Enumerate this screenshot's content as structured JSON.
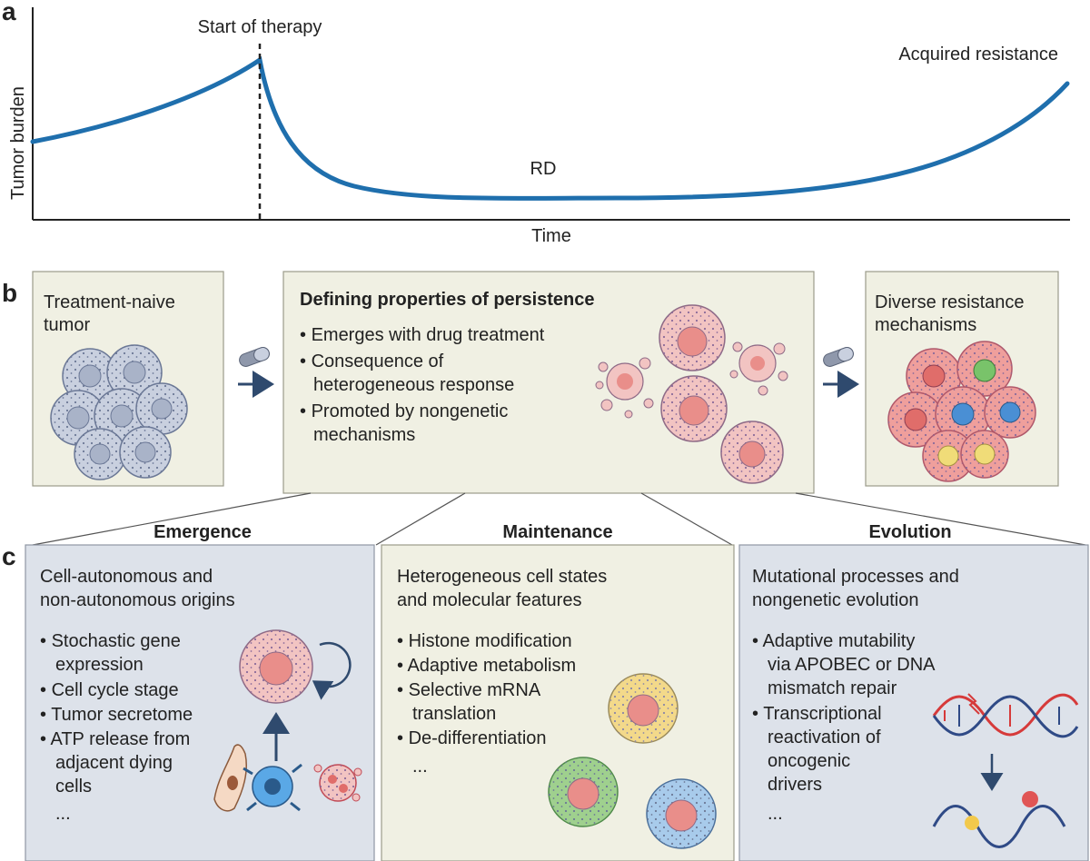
{
  "panel_a": {
    "label": "a",
    "ylabel": "Tumor burden",
    "xlabel": "Time",
    "start_label": "Start of therapy",
    "rd_label": "RD",
    "resistance_label": "Acquired resistance"
  },
  "panel_b": {
    "label": "b",
    "left": {
      "line1": "Treatment-naive",
      "line2": "tumor"
    },
    "middle": {
      "title": "Defining properties of persistence",
      "bullets": [
        [
          "Emerges with drug treatment"
        ],
        [
          "Consequence of",
          "heterogeneous response"
        ],
        [
          "Promoted by nongenetic",
          "mechanisms"
        ]
      ]
    },
    "right": {
      "line1": "Diverse resistance",
      "line2": "mechanisms"
    }
  },
  "panel_c": {
    "label": "c",
    "emergence": {
      "header": "Emergence",
      "intro": [
        "Cell-autonomous and",
        "non-autonomous origins"
      ],
      "bullets": [
        [
          "Stochastic gene",
          "expression"
        ],
        [
          "Cell cycle stage"
        ],
        [
          "Tumor secretome"
        ],
        [
          "ATP release from",
          "adjacent dying",
          "cells"
        ]
      ],
      "ellipsis": "..."
    },
    "maintenance": {
      "header": "Maintenance",
      "intro": [
        "Heterogeneous cell states",
        "and molecular features"
      ],
      "bullets": [
        [
          "Histone modification"
        ],
        [
          "Adaptive metabolism"
        ],
        [
          "Selective mRNA",
          "translation"
        ],
        [
          "De-differentiation"
        ]
      ],
      "ellipsis": "..."
    },
    "evolution": {
      "header": "Evolution",
      "intro": [
        "Mutational processes and",
        "nongenetic evolution"
      ],
      "bullets": [
        [
          "Adaptive mutability",
          "via APOBEC or DNA",
          "mismatch repair"
        ],
        [
          "Transcriptional",
          "reactivation of",
          "oncogenic",
          "drivers"
        ]
      ],
      "ellipsis": "..."
    }
  },
  "colors": {
    "curve": "#1f6fad",
    "cream_box": "#f0f0e3",
    "blue_box": "#dde2ea",
    "naive_cell": "#c9d0df",
    "persister_cell": "#f2c4c2",
    "nucleus_red": "#e98e8a",
    "green_nucleus": "#79c36a",
    "blue_nucleus": "#4a8fd4",
    "yellow_nucleus": "#f0dc78",
    "dna_red": "#d63a3a",
    "dna_blue": "#2f4a86"
  }
}
